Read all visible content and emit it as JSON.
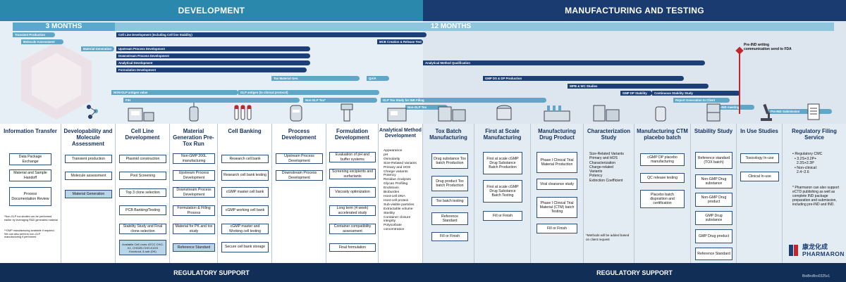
{
  "headers": {
    "development": "DEVELOPMENT",
    "manufacturing": "MANUFACTURING AND TESTING"
  },
  "periods": {
    "three_months": "3 MONTHS",
    "twelve_months": "12 MONTHS"
  },
  "bars": [
    "Transient Production",
    "Molecule Assessment",
    "Material Generation",
    "Cell Line Development (Including Cell line Stability)",
    "MCB Creation & Release Test",
    "Upstream Process Development",
    "Downstream Process Development",
    "Analytical Development",
    "Analytical Method Qualification",
    "Formulation Development",
    "Tox Material Gen.",
    "QA/A",
    "GMP DS & DP Production",
    "WPB & WC Studies",
    "GMP DP Stability",
    "Continuous Stability Study",
    "Report Generation to Client",
    "NON-GLP antigen value",
    "GLP antigen (to clinical protocol)",
    "FIH",
    "Non-GLP Tox*",
    "GLP Tox Study for IND Filing",
    "Non-GLP Tox",
    "Pre-IND meeting",
    "Pre-IND Submission"
  ],
  "milestone": "Pre-IND writing communication send to FDA",
  "columns": [
    {
      "title": "Information Transfer",
      "items": [
        "Data Package Exchange",
        "Material and Sample Handoff",
        "Process Documentation Review"
      ],
      "notes": [
        "*Non-GLP tox studies can be performed earlier by leveraging R&D generated material",
        "**GMP manufacturing available if required. We can also perform non-GLP manufacturing if performed"
      ]
    },
    {
      "title": "Developability and Molecule Assessment",
      "items": [
        "Transient production",
        "Molecule assessment",
        "Material Generation"
      ]
    },
    {
      "title": "Cell Line Development",
      "items": [
        "Plasmid construction",
        "Pool Screening",
        "Top 3 clone selection",
        "PCB Banking/Testing",
        "Stability Study and Final clone selection",
        "Available Cell Lines: ATCC CHO-K1, CHOZN CHO-K1GS Knockout, & sub (DK)"
      ]
    },
    {
      "title": "Material Generation Pre-Tox Run",
      "items": [
        "Non-GMP 200L manufacturing",
        "Upstream Process Development",
        "Downstream Process Development",
        "Formulation & Filling Process",
        "Material for PK and tox study",
        "Reference Standard"
      ]
    },
    {
      "title": "Cell Banking",
      "items": [
        "Research cell bank",
        "Research cell bank testing",
        "cGMP master cell bank",
        "cGMP working cell bank",
        "cGMP master and Working cell testing",
        "Secure cell bank storage"
      ]
    },
    {
      "title": "Process Development",
      "items": [
        "Upstream Process Development",
        "Downstream Process Development"
      ]
    },
    {
      "title": "Formulation Development",
      "items": [
        "Evaluation of pH and buffer systems",
        "Screening excipients and surfactants",
        "Viscosity optimization",
        "Long term (4 week) accelerated study",
        "Container compatibility assessment",
        "Final formulation"
      ]
    },
    {
      "title": "Analytical Method Development",
      "list": [
        "Appearance",
        "pH",
        "Osmolarity",
        "Size-Related Variants",
        "Primary and HOS",
        "Charge variants",
        "Potency",
        "Residue Analyses",
        "Glycan Profiling",
        "Endotoxin",
        "Bioburden",
        "Host-cell DNA",
        "Host-cell protein",
        "Sub-visible particles",
        "Extractable volume",
        "Sterility",
        "Container closure integrity",
        "Polysorbate concentration"
      ]
    },
    {
      "title": "Tox Batch Manufacturing",
      "items": [
        "Drug substance Tox batch Production",
        "Drug product Tox batch Production",
        "Tox batch testing",
        "Reference Standard",
        "Fill or Finish"
      ]
    },
    {
      "title": "First at Scale Manufacturing",
      "items": [
        "First at scale cGMP Drug Substance Batch Production",
        "First at scale cGMP Drug Substance Batch Testing",
        "Fill or Finish"
      ]
    },
    {
      "title": "Manufacturing Drug Product",
      "items": [
        "Phase I Clinical Trial Material Production",
        "Viral clearance study",
        "Phase I Clinical Trial Material (CTM) batch Testing",
        "Fill or Finish"
      ]
    },
    {
      "title": "Characterization Study",
      "list": [
        "Size-Related Variants",
        "Primary and HOS",
        "Characterization",
        "Charge-related",
        "Variants",
        "Potency",
        "Extinction Coefficient"
      ],
      "notes": [
        "*Methods will be added based on client request"
      ]
    },
    {
      "title": "Manufacturing CTM placebo batch",
      "items": [
        "cGMP DP placebo manufacturing",
        "QC release testing",
        "Placebo batch disposition and certification"
      ]
    },
    {
      "title": "Stability Study",
      "items": [
        "Reference standard (TOX batch)",
        "Non-GMP Drug substance",
        "Non-GMP Drug product",
        "GMP Drug substance",
        "GMP Drug product",
        "Reference Standard"
      ]
    },
    {
      "title": "In Use Studies",
      "items": [
        "Toxicology In-use",
        "Clinical In-use"
      ]
    },
    {
      "title": "Regulatory Filing Service",
      "list": [
        "• Regulatory CMC",
        "  • 3.2S+3.2P+",
        "    2.3S+2.3P",
        "  • Non-clinical:",
        "    2.4~2.6"
      ],
      "notes": [
        "* Pharmaron can also support eCTD publishing as well as complete IND package preparation and submission, including pre-IND and IND."
      ]
    }
  ],
  "footer": {
    "left": "REGULATORY SUPPORT",
    "right": "REGULATORY SUPPORT",
    "code": "BioBroBro0325v1"
  },
  "logo": {
    "chinese": "康龙化成",
    "name": "PHARMARON"
  },
  "colors": {
    "dev_header": "#2b88ad",
    "mfg_header": "#1a3b70",
    "dark_bar": "#1d3f78",
    "light_bar": "#5fa6c7",
    "footer": "#112e56",
    "brand_red": "#c0272d"
  }
}
